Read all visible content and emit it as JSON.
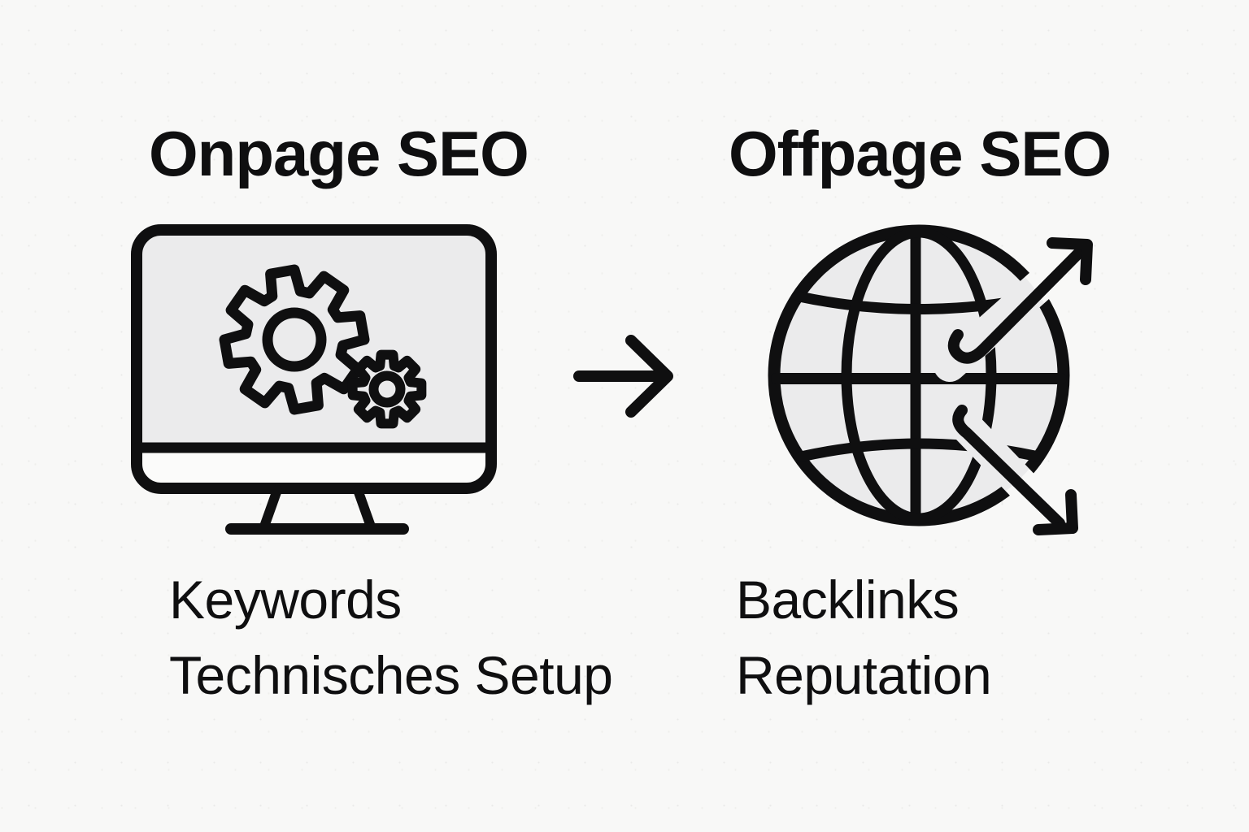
{
  "colors": {
    "bg": "#f8f8f7",
    "ink": "#0f0f10",
    "panel": "#ebebec",
    "chin": "#fbfbfa"
  },
  "left": {
    "title": "Onpage SEO",
    "icon": "monitor-with-gears-icon",
    "items": [
      "Keywords",
      "Technisches Setup"
    ]
  },
  "flow": {
    "icon": "right-arrow-icon"
  },
  "right": {
    "title": "Offpage SEO",
    "icon": "globe-with-outbound-arrows-icon",
    "items": [
      "Backlinks",
      "Reputation"
    ]
  }
}
